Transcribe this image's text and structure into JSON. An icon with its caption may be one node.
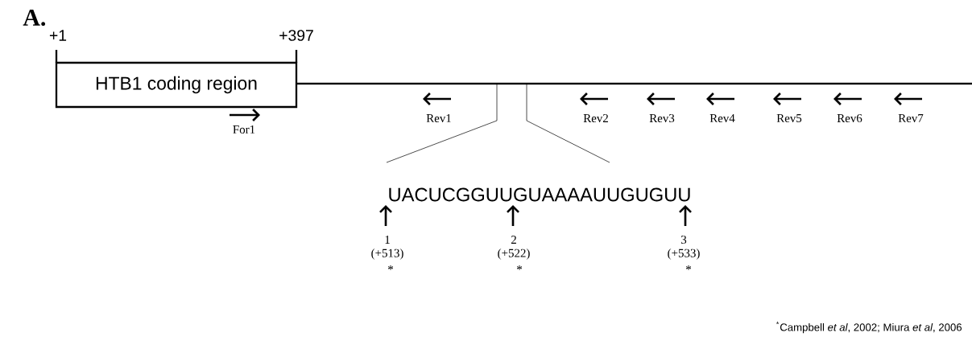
{
  "diagram": {
    "nodes": [
      {
        "text": [
          "HTB1 coding region"
        ]
      }
    ],
    "labels": [
      "A.",
      "+1",
      "+397",
      "For1",
      "Rev1",
      "Rev2",
      "Rev3",
      "Rev4",
      "Rev5",
      "Rev6",
      "Rev7",
      "UACUCGGUUGUAAAAUUGUGUU",
      "1",
      "(+513)",
      "*",
      "2",
      "(+522)",
      "*",
      "3",
      "(+533)",
      "*",
      "$^{*}$Campbell *et al*, 2002; Miura *et al*, 2006"
    ]
  }
}
